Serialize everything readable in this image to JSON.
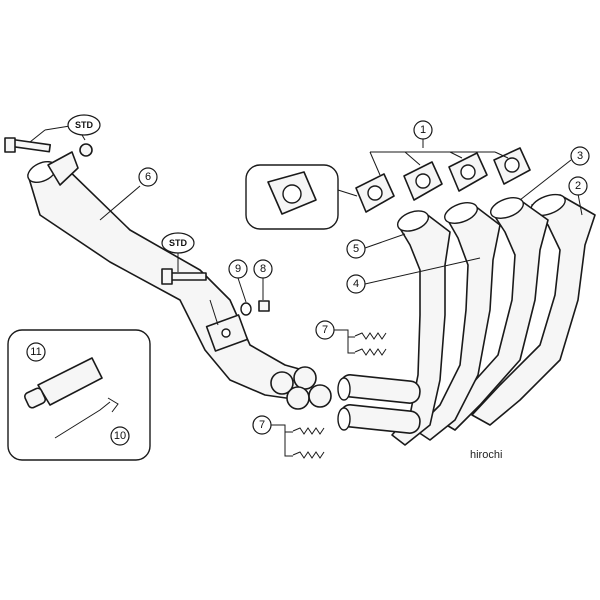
{
  "callouts": {
    "c1": "1",
    "c2": "2",
    "c3": "3",
    "c4": "4",
    "c5": "5",
    "c6": "6",
    "c7a": "7",
    "c7b": "7",
    "c8": "8",
    "c9": "9",
    "c10": "10",
    "c11": "11",
    "std_top": "STD",
    "std_mid": "STD"
  },
  "watermark": "hirochi",
  "colors": {
    "line": "#1a1a1a",
    "fill": "#f6f6f6",
    "background": "#ffffff"
  }
}
